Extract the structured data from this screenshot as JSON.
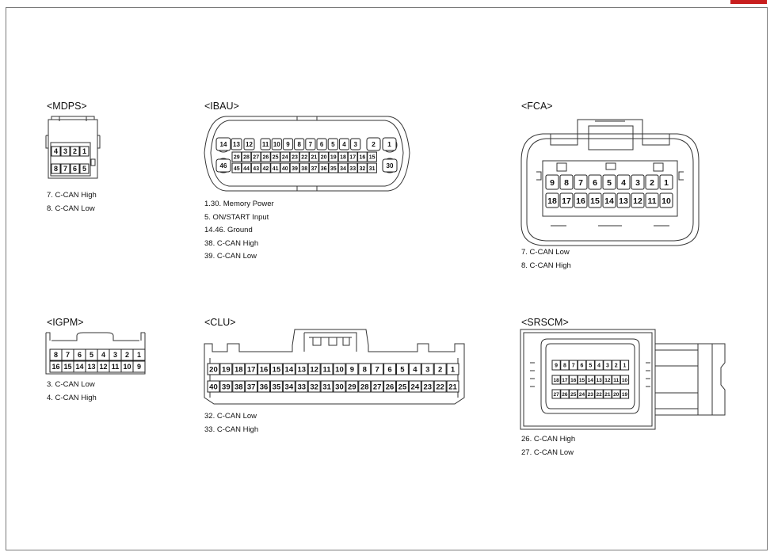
{
  "connectors": [
    {
      "id": "mdps",
      "title": "<MDPS>",
      "rows": [
        [
          "4",
          "3",
          "2",
          "1"
        ],
        [
          "8",
          "7",
          "6",
          "5"
        ]
      ],
      "pins": [
        "7. C-CAN High",
        "8. C-CAN Low"
      ]
    },
    {
      "id": "ibau",
      "title": "<IBAU>",
      "rows": [
        [
          "14",
          "13",
          "12",
          "11",
          "10",
          "9",
          "8",
          "7",
          "6",
          "5",
          "4",
          "3",
          "2",
          "1"
        ],
        [
          "29",
          "28",
          "27",
          "26",
          "25",
          "24",
          "23",
          "22",
          "21",
          "20",
          "19",
          "18",
          "17",
          "16",
          "15"
        ],
        [
          "46",
          "45",
          "44",
          "43",
          "42",
          "41",
          "40",
          "39",
          "38",
          "37",
          "36",
          "35",
          "34",
          "33",
          "32",
          "31",
          "30"
        ]
      ],
      "pins": [
        "1.30. Memory Power",
        "5. ON/START Input",
        "14.46. Ground",
        "38. C-CAN High",
        "39. C-CAN Low"
      ]
    },
    {
      "id": "fca",
      "title": "<FCA>",
      "rows": [
        [
          "9",
          "8",
          "7",
          "6",
          "5",
          "4",
          "3",
          "2",
          "1"
        ],
        [
          "18",
          "17",
          "16",
          "15",
          "14",
          "13",
          "12",
          "11",
          "10"
        ]
      ],
      "pins": [
        "7. C-CAN Low",
        "8. C-CAN High"
      ]
    },
    {
      "id": "igpm",
      "title": "<IGPM>",
      "rows": [
        [
          "8",
          "7",
          "6",
          "5",
          "4",
          "3",
          "2",
          "1"
        ],
        [
          "16",
          "15",
          "14",
          "13",
          "12",
          "11",
          "10",
          "9"
        ]
      ],
      "pins": [
        "3. C-CAN Low",
        "4. C-CAN High"
      ]
    },
    {
      "id": "clu",
      "title": "<CLU>",
      "rows": [
        [
          "20",
          "19",
          "18",
          "17",
          "16",
          "15",
          "14",
          "13",
          "12",
          "11",
          "10",
          "9",
          "8",
          "7",
          "6",
          "5",
          "4",
          "3",
          "2",
          "1"
        ],
        [
          "40",
          "39",
          "38",
          "37",
          "36",
          "35",
          "34",
          "33",
          "32",
          "31",
          "30",
          "29",
          "28",
          "27",
          "26",
          "25",
          "24",
          "23",
          "22",
          "21"
        ]
      ],
      "pins": [
        "32. C-CAN Low",
        "33. C-CAN High"
      ]
    },
    {
      "id": "srscm",
      "title": "<SRSCM>",
      "rows": [
        [
          "9",
          "8",
          "7",
          "6",
          "5",
          "4",
          "3",
          "2",
          "1"
        ],
        [
          "18",
          "17",
          "16",
          "15",
          "14",
          "13",
          "12",
          "11",
          "10"
        ],
        [
          "27",
          "26",
          "25",
          "24",
          "23",
          "22",
          "21",
          "20",
          "19"
        ]
      ],
      "pins": [
        "26. C-CAN High",
        "27. C-CAN Low"
      ]
    }
  ]
}
